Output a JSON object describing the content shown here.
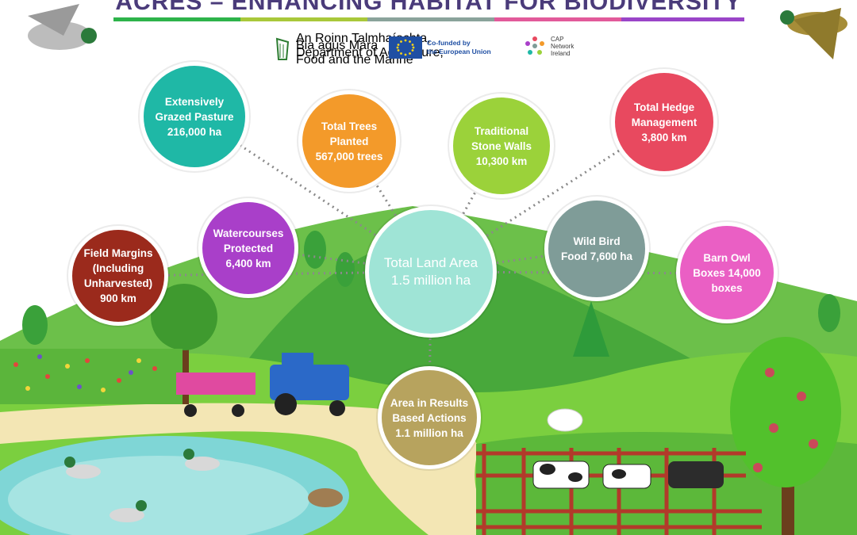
{
  "header": {
    "title": "ACRES – ENHANCING HABITAT FOR BIODIVERSITY",
    "stripe_colors": [
      "#2db34a",
      "#a9c83a",
      "#8aa39b",
      "#e25a9a",
      "#9a45c8"
    ]
  },
  "logos": {
    "gov_line1": "An Roinn Talmhaíochta,",
    "gov_line2": "Bia agus Mara",
    "gov_line3": "Department of Agriculture,",
    "gov_line4": "Food and the Marine",
    "eu_line1": "Co-funded by",
    "eu_line2": "the European Union",
    "cap_line1": "CAP",
    "cap_line2": "Network",
    "cap_line3": "Ireland"
  },
  "center": {
    "text": "Total Land Area\n1.5 million ha",
    "color": "#9fe4d6"
  },
  "bubbles": [
    {
      "id": "pasture",
      "text": "Extensively\nGrazed Pasture\n216,000 ha",
      "color": "#1fb8a6"
    },
    {
      "id": "trees",
      "text": "Total Trees\nPlanted\n567,000 trees",
      "color": "#f39a2a"
    },
    {
      "id": "walls",
      "text": "Traditional\nStone Walls\n10,300 km",
      "color": "#9bd23a"
    },
    {
      "id": "hedge",
      "text": "Total Hedge\nManagement\n3,800 km",
      "color": "#e8495f"
    },
    {
      "id": "water",
      "text": "Watercourses\nProtected\n6,400 km",
      "color": "#a93fc9"
    },
    {
      "id": "wildbird",
      "text": "Wild Bird\nFood 7,600 ha",
      "color": "#7f9c98"
    },
    {
      "id": "margins",
      "text": "Field Margins\n(Including\nUnharvested)\n900 km",
      "color": "#9b2a1c"
    },
    {
      "id": "owl",
      "text": "Barn Owl\nBoxes 14,000\nboxes",
      "color": "#ea5fc4"
    },
    {
      "id": "results",
      "text": "Area in Results\nBased Actions\n1.1 million ha",
      "color": "#b7a35e"
    }
  ]
}
